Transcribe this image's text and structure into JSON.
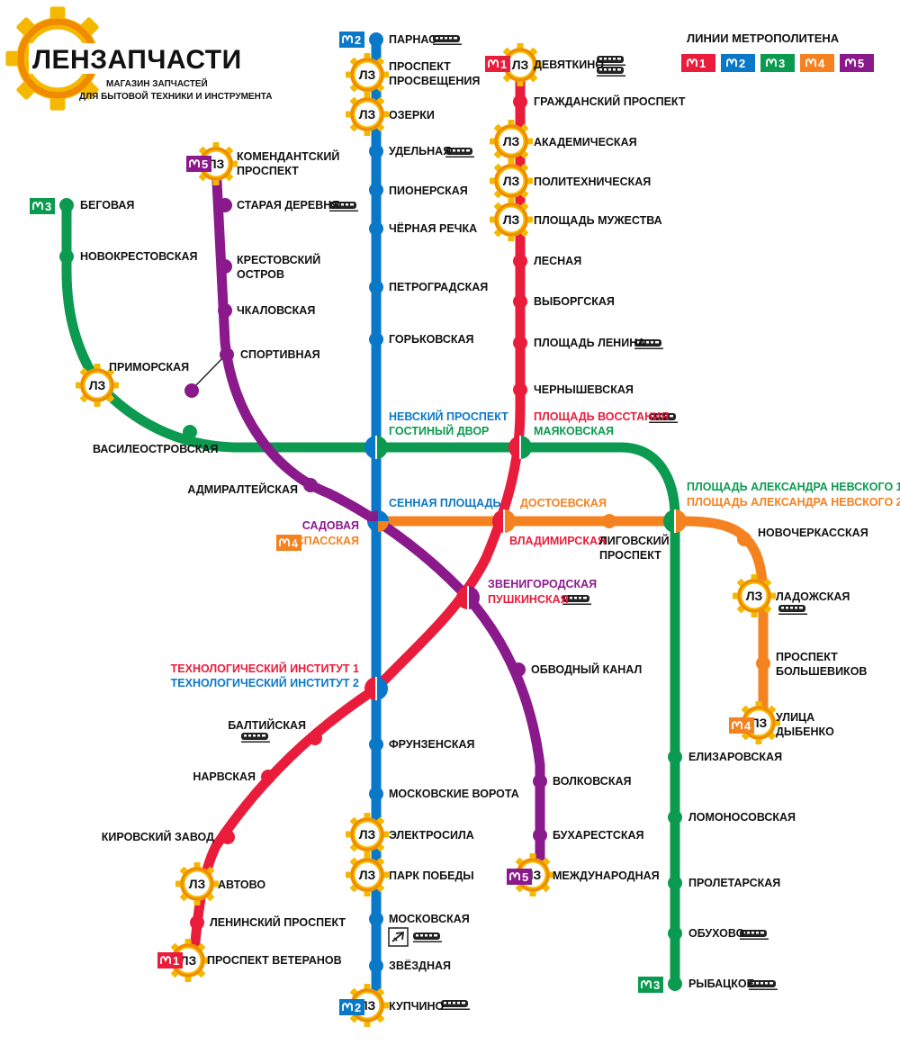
{
  "brand": {
    "name": "ЛЕНЗАПЧАСТИ",
    "tagline_1": "МАГАЗИН ЗАПЧАСТЕЙ",
    "tagline_2": "ДЛЯ БЫТОВОЙ ТЕХНИКИ И ИНСТРУМЕНТА",
    "store_mark": "ЛЗ"
  },
  "legend": {
    "title": "ЛИНИИ МЕТРОПОЛИТЕНА",
    "lines": [
      {
        "id": "1",
        "color": "#ea1c3c"
      },
      {
        "id": "2",
        "color": "#0a78c8"
      },
      {
        "id": "3",
        "color": "#0c9a50"
      },
      {
        "id": "4",
        "color": "#f58220"
      },
      {
        "id": "5",
        "color": "#8a1a8c"
      }
    ]
  },
  "colors": {
    "red": "#ea1c3c",
    "blue": "#0a78c8",
    "green": "#0c9a50",
    "orange": "#f58220",
    "purple": "#8a1a8c"
  },
  "line_badges": [
    {
      "line": "2",
      "color": "#0a78c8",
      "terminal": "ПАРНАС"
    },
    {
      "line": "1",
      "color": "#ea1c3c",
      "terminal": "ДЕВЯТКИНО"
    },
    {
      "line": "5",
      "color": "#8a1a8c",
      "terminal": "КОМЕНДАНТСКИЙ ПРОСПЕКТ"
    },
    {
      "line": "3",
      "color": "#0c9a50",
      "terminal": "БЕГОВАЯ"
    },
    {
      "line": "4",
      "color": "#f58220",
      "terminal": "СПАССКАЯ"
    },
    {
      "line": "4",
      "color": "#f58220",
      "terminal": "УЛИЦА ДЫБЕНКО"
    },
    {
      "line": "1",
      "color": "#ea1c3c",
      "terminal": "ПРОСПЕКТ ВЕТЕРАНОВ"
    },
    {
      "line": "5",
      "color": "#8a1a8c",
      "terminal": "МЕЖДУНАРОДНАЯ"
    },
    {
      "line": "2",
      "color": "#0a78c8",
      "terminal": "КУПЧИНО"
    },
    {
      "line": "3",
      "color": "#0c9a50",
      "terminal": "РЫБАЦКОЕ"
    }
  ],
  "stations": {
    "parnas": "ПАРНАС",
    "prosp_prosv_1": "ПРОСПЕКТ",
    "prosp_prosv_2": "ПРОСВЕЩЕНИЯ",
    "ozerki": "ОЗЕРКИ",
    "udelnaya": "УДЕЛЬНАЯ",
    "pionerskaya": "ПИОНЕРСКАЯ",
    "chernaya_rechka": "ЧЁРНАЯ РЕЧКА",
    "petrogradskaya": "ПЕТРОГРАДСКАЯ",
    "gorkovskaya": "ГОРЬКОВСКАЯ",
    "nevsky": "НЕВСКИЙ ПРОСПЕКТ",
    "gostiny": "ГОСТИНЫЙ ДВОР",
    "sennaya": "СЕННАЯ ПЛОЩАДЬ",
    "sadovaya": "САДОВАЯ",
    "spasskaya": "СПАССКАЯ",
    "tech_1": "ТЕХНОЛОГИЧЕСКИЙ ИНСТИТУТ 1",
    "tech_2": "ТЕХНОЛОГИЧЕСКИЙ ИНСТИТУТ 2",
    "frunzenskaya": "ФРУНЗЕНСКАЯ",
    "mosk_vorota": "МОСКОВСКИЕ ВОРОТА",
    "elektrosila": "ЭЛЕКТРОСИЛА",
    "park_pobedy": "ПАРК ПОБЕДЫ",
    "moskovskaya": "МОСКОВСКАЯ",
    "zvezdnaya": "ЗВЁЗДНАЯ",
    "kupchino": "КУПЧИНО",
    "devyatkino": "ДЕВЯТКИНО",
    "grazhdansky": "ГРАЖДАНСКИЙ ПРОСПЕКТ",
    "akademicheskaya": "АКАДЕМИЧЕСКАЯ",
    "politekh": "ПОЛИТЕХНИЧЕСКАЯ",
    "pl_muzhestva": "ПЛОЩАДЬ МУЖЕСТВА",
    "lesnaya": "ЛЕСНАЯ",
    "vyborgskaya": "ВЫБОРГСКАЯ",
    "pl_lenina": "ПЛОЩАДЬ ЛЕНИНА",
    "chernyshevskaya": "ЧЕРНЫШЕВСКАЯ",
    "pl_vosstaniya": "ПЛОЩАДЬ ВОССТАНИЯ",
    "mayakovskaya": "МАЯКОВСКАЯ",
    "dostoevskaya": "ДОСТОЕВСКАЯ",
    "vladimirskaya": "ВЛАДИМИРСКАЯ",
    "zvenigorodskaya": "ЗВЕНИГОРОДСКАЯ",
    "pushkinskaya": "ПУШКИНСКАЯ",
    "baltiyskaya": "БАЛТИЙСКАЯ",
    "narvskaya": "НАРВСКАЯ",
    "kirovsky": "КИРОВСКИЙ ЗАВОД",
    "avtovo": "АВТОВО",
    "leninsky": "ЛЕНИНСКИЙ ПРОСПЕКТ",
    "veteranov": "ПРОСПЕКТ ВЕТЕРАНОВ",
    "komend_1": "КОМЕНДАНТСКИЙ",
    "komend_2": "ПРОСПЕКТ",
    "staraya_derevnya": "СТАРАЯ ДЕРЕВНЯ",
    "krestovsky_1": "КРЕСТОВСКИЙ",
    "krestovsky_2": "ОСТРОВ",
    "chkalovskaya": "ЧКАЛОВСКАЯ",
    "sportivnaya": "СПОРТИВНАЯ",
    "admiralteyskaya": "АДМИРАЛТЕЙСКАЯ",
    "obvodny": "ОБВОДНЫЙ КАНАЛ",
    "volkovskaya": "ВОЛКОВСКАЯ",
    "bukharestskaya": "БУХАРЕСТСКАЯ",
    "mezhdunarodnaya": "МЕЖДУНАРОДНАЯ",
    "begovaya": "БЕГОВАЯ",
    "novokrestovskaya": "НОВОКРЕСТОВСКАЯ",
    "primorskaya": "ПРИМОРСКАЯ",
    "vasileostrovskaya": "ВАСИЛЕОСТРОВСКАЯ",
    "pl_an_1": "ПЛОЩАДЬ АЛЕКСАНДРА НЕВСКОГО 1",
    "pl_an_2": "ПЛОЩАДЬ АЛЕКСАНДРА НЕВСКОГО 2",
    "elizarovskaya": "ЕЛИЗАРОВСКАЯ",
    "lomonosovskaya": "ЛОМОНОСОВСКАЯ",
    "proletarskaya": "ПРОЛЕТАРСКАЯ",
    "obukhovo": "ОБУХОВО",
    "rybatskoe": "РЫБАЦКОЕ",
    "ligovsky_1": "ЛИГОВСКИЙ",
    "ligovsky_2": "ПРОСПЕКТ",
    "novocherkasskaya": "НОВОЧЕРКАССКАЯ",
    "ladozhskaya": "ЛАДОЖСКАЯ",
    "bolshevikov_1": "ПРОСПЕКТ",
    "bolshevikov_2": "БОЛЬШЕВИКОВ",
    "dybenko_1": "УЛИЦА",
    "dybenko_2": "ДЫБЕНКО"
  },
  "icons": {
    "train": "train-icon",
    "airport": "airplane-icon",
    "store": "lenzapchasti-gear-icon"
  }
}
